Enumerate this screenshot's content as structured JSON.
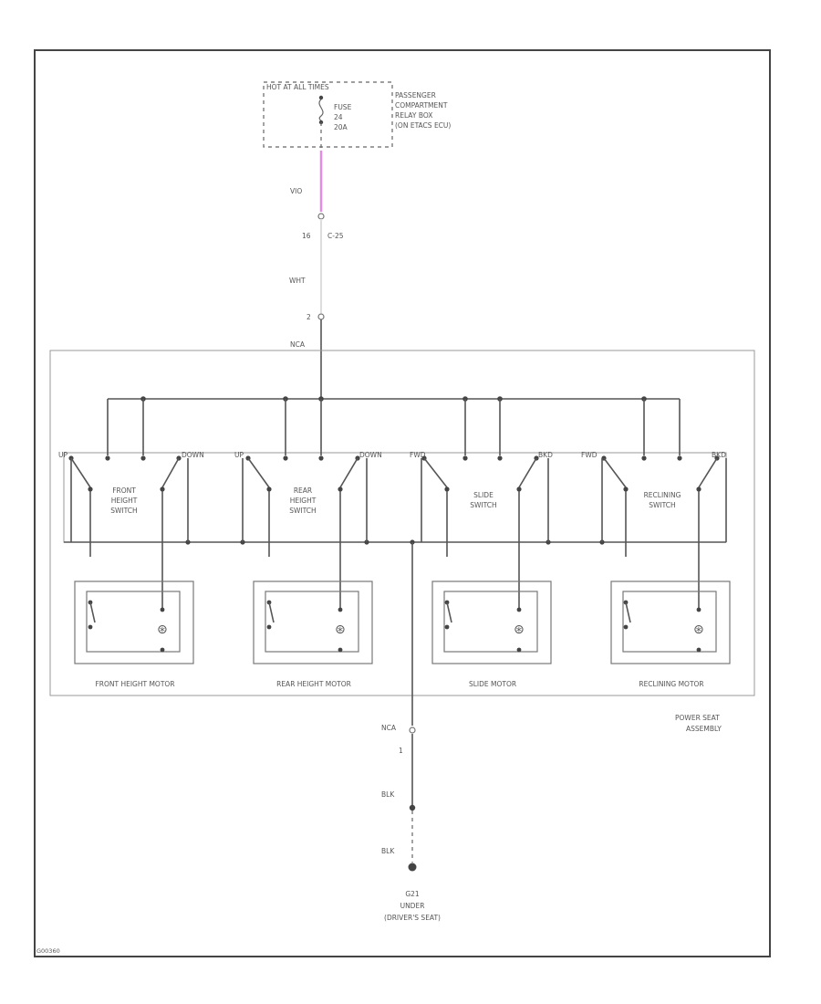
{
  "fuse_box": {
    "hot_label": "HOT AT ALL TIMES",
    "fuse_label": "FUSE",
    "fuse_number": "24",
    "fuse_rating": "20A",
    "location_line1": "PASSENGER",
    "location_line2": "COMPARTMENT",
    "location_line3": "RELAY BOX",
    "location_line4": "(ON ETACS ECU)"
  },
  "feed_wire": {
    "wire_color_1": "VIO",
    "wire_color_1_hex": "#e58ae5",
    "connector_pin": "16",
    "connector_name": "C-25",
    "wire_color_2": "WHT",
    "pin_2": "2",
    "pin_2_connector": "NCA"
  },
  "switches": [
    {
      "name": "front-height",
      "line1": "FRONT",
      "line2": "HEIGHT",
      "line3": "SWITCH",
      "left_pos": "UP",
      "right_pos": "DOWN"
    },
    {
      "name": "rear-height",
      "line1": "REAR",
      "line2": "HEIGHT",
      "line3": "SWITCH",
      "left_pos": "UP",
      "right_pos": "DOWN"
    },
    {
      "name": "slide",
      "line1": "SLIDE",
      "line2": "SWITCH",
      "line3": "",
      "left_pos": "FWD",
      "right_pos": "BKD"
    },
    {
      "name": "reclining",
      "line1": "RECLINING",
      "line2": "SWITCH",
      "line3": "",
      "left_pos": "FWD",
      "right_pos": "BKD"
    }
  ],
  "motors": [
    {
      "name": "front-height",
      "label": "FRONT HEIGHT MOTOR"
    },
    {
      "name": "rear-height",
      "label": "REAR HEIGHT MOTOR"
    },
    {
      "name": "slide",
      "label": "SLIDE MOTOR"
    },
    {
      "name": "reclining",
      "label": "RECLINING MOTOR"
    }
  ],
  "assembly": {
    "line1": "POWER SEAT",
    "line2": "ASSEMBLY"
  },
  "ground": {
    "connector": "NCA",
    "pin": "1",
    "wire_color_1": "BLK",
    "wire_color_2": "BLK",
    "ground_id": "G21",
    "ground_desc1": "UNDER",
    "ground_desc2": "(DRIVER'S SEAT)"
  },
  "figure_id": "G00360"
}
